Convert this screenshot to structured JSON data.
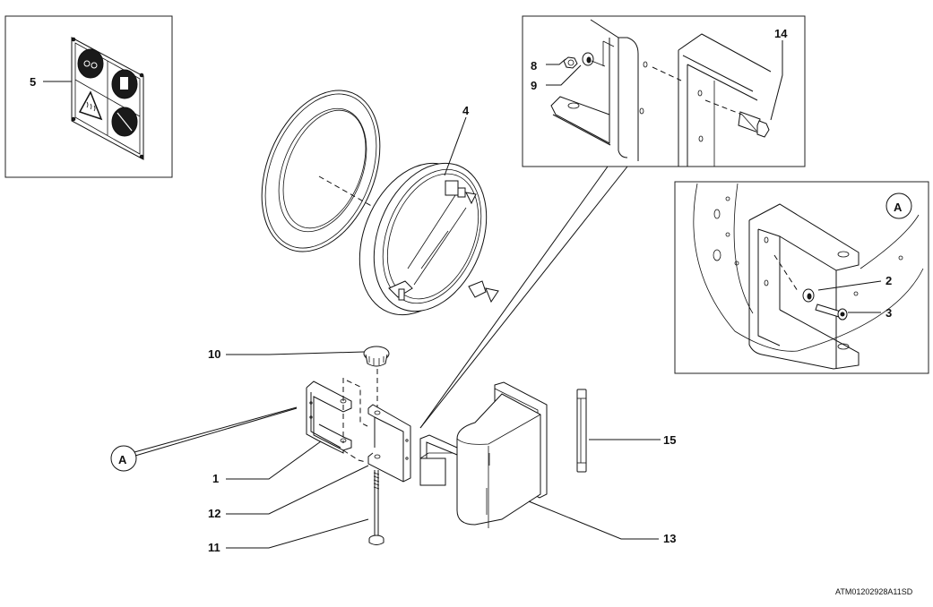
{
  "diagram": {
    "reference_code": "ATM01202928A11SD",
    "detail_marker": "A",
    "callouts": [
      {
        "id": "1",
        "part": "bracket"
      },
      {
        "id": "2",
        "part": "washer"
      },
      {
        "id": "3",
        "part": "socket-head-screw"
      },
      {
        "id": "4",
        "part": "porthole-window"
      },
      {
        "id": "5",
        "part": "safety-sign-plate"
      },
      {
        "id": "8",
        "part": "nut"
      },
      {
        "id": "9",
        "part": "washer"
      },
      {
        "id": "10",
        "part": "knob"
      },
      {
        "id": "11",
        "part": "threaded-rod"
      },
      {
        "id": "12",
        "part": "bracket"
      },
      {
        "id": "13",
        "part": "lamp-housing"
      },
      {
        "id": "14",
        "part": "hex-bolt"
      },
      {
        "id": "15",
        "part": "strip"
      }
    ],
    "safety_sign_icons": [
      "goggles-icon",
      "gloves-icon",
      "hot-surface-warning-icon",
      "no-entry-icon"
    ]
  }
}
